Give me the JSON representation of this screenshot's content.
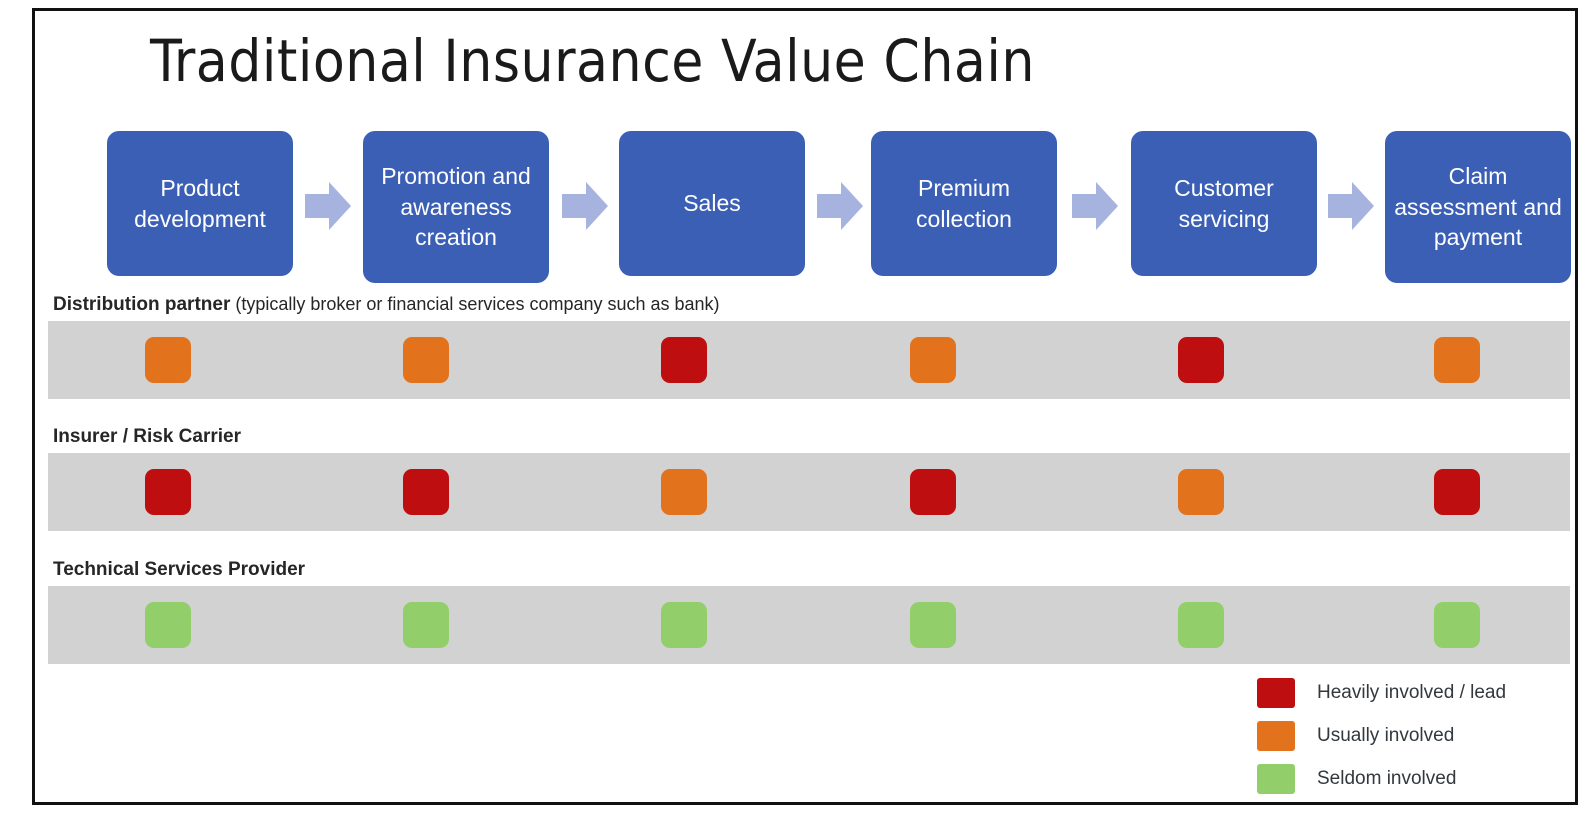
{
  "title": "Traditional Insurance Value Chain",
  "colors": {
    "frame": "#111111",
    "step_box": "#3B5FB5",
    "step_text": "#FFFFFF",
    "arrow": "#A5B3DE",
    "band": "#D2D2D2",
    "heavy": "#BE0E10",
    "usually": "#E2721C",
    "seldom": "#92CE6A",
    "label_text": "#262626"
  },
  "chain": {
    "steps": [
      {
        "label": "Product development"
      },
      {
        "label": "Promotion and awareness creation"
      },
      {
        "label": "Sales"
      },
      {
        "label": "Premium collection"
      },
      {
        "label": "Customer servicing"
      },
      {
        "label": "Claim assessment and payment"
      }
    ],
    "arrow_count": 5
  },
  "rows": [
    {
      "name_bold": "Distribution partner",
      "name_sub": " (typically broker or financial services company such as bank)",
      "cells": [
        "usually",
        "usually",
        "heavy",
        "usually",
        "heavy",
        "usually"
      ]
    },
    {
      "name_bold": "Insurer / Risk Carrier",
      "name_sub": "",
      "cells": [
        "heavy",
        "heavy",
        "usually",
        "heavy",
        "usually",
        "heavy"
      ]
    },
    {
      "name_bold": "Technical Services Provider",
      "name_sub": "",
      "cells": [
        "seldom",
        "seldom",
        "seldom",
        "seldom",
        "seldom",
        "seldom"
      ]
    }
  ],
  "legend": [
    {
      "key": "heavy",
      "label": "Heavily involved / lead"
    },
    {
      "key": "usually",
      "label": "Usually involved"
    },
    {
      "key": "seldom",
      "label": "Seldom involved"
    }
  ]
}
